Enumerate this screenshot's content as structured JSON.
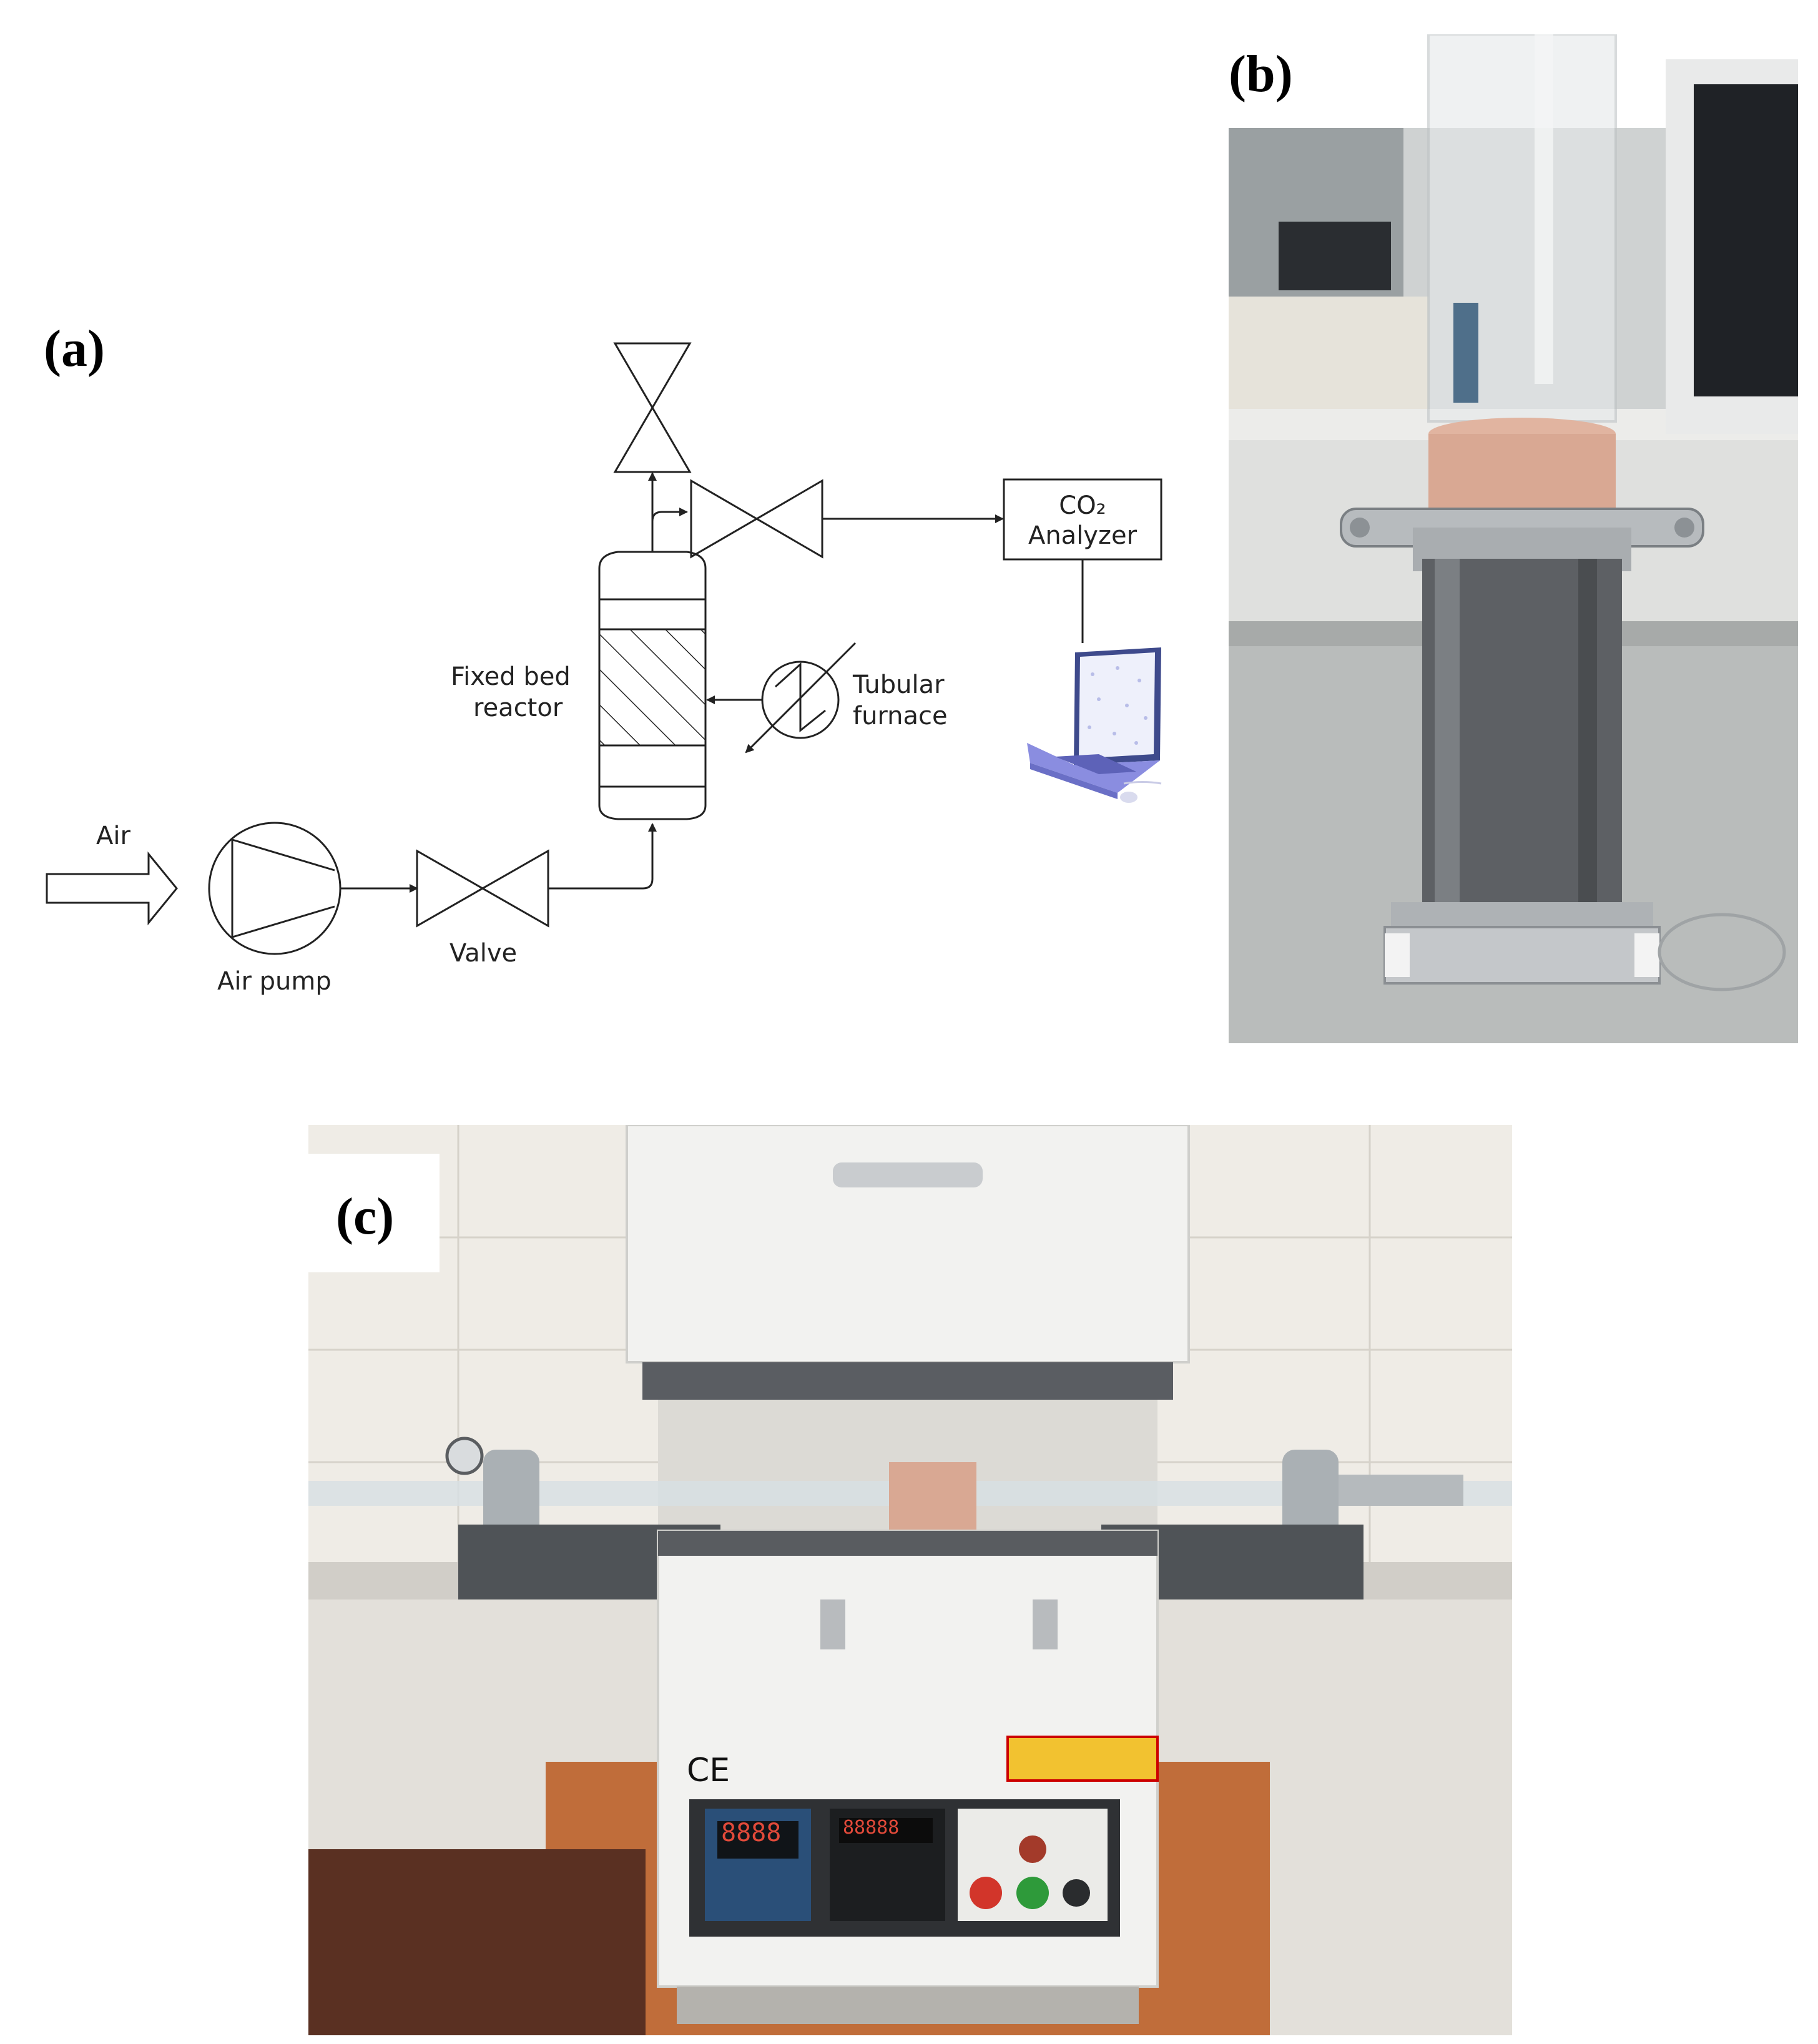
{
  "panels": {
    "a": {
      "label": "(a)"
    },
    "b": {
      "label": "(b)"
    },
    "c": {
      "label": "(c)"
    }
  },
  "diagram": {
    "air": "Air",
    "air_pump": "Air pump",
    "valve": "Valve",
    "reactor_line1": "Fixed bed",
    "reactor_line2": "reactor",
    "furnace_line1": "Tubular",
    "furnace_line2": "furnace",
    "analyzer_line1": "CO₂",
    "analyzer_line2": "Analyzer"
  },
  "photo_c": {
    "ce_mark": "CE",
    "display_left": "8888",
    "display_right": "88888"
  },
  "colors": {
    "line": "#222222",
    "laptop_blue": "#8a8de0",
    "sorbent": "#d9a893",
    "furnace_white": "#f2f2f0"
  }
}
